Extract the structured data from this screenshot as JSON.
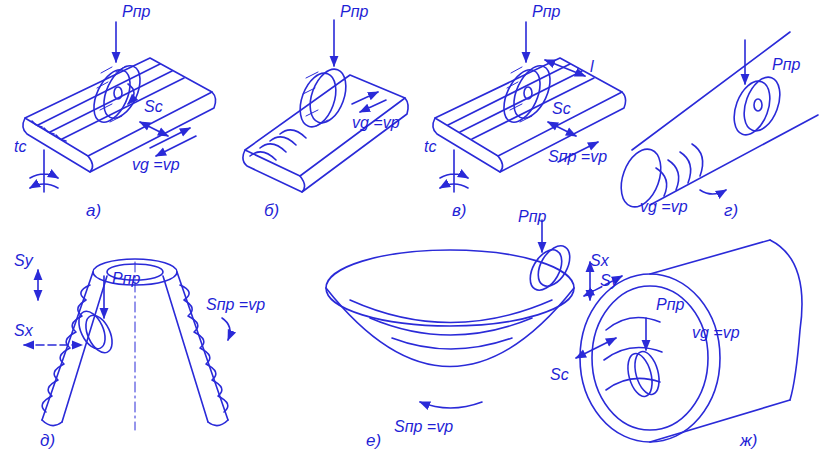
{
  "diagram": {
    "labels": [
      "Pпр",
      "Sс",
      "vg =vр",
      "tс",
      "а)",
      "Pпр",
      "vg =vр",
      "б)",
      "Pпр",
      "l",
      "Sс",
      "Sпр =vр",
      "tс",
      "в)",
      "Pпр",
      "vg =vр",
      "г)",
      "Sy",
      "Sx",
      "Pпр",
      "Sпр =vр",
      "д)",
      "Pпр",
      "Sy",
      "Sпр =vр",
      "е)",
      "Sx",
      "Sс",
      "Pпр",
      "vg =vр",
      "ж)"
    ]
  }
}
